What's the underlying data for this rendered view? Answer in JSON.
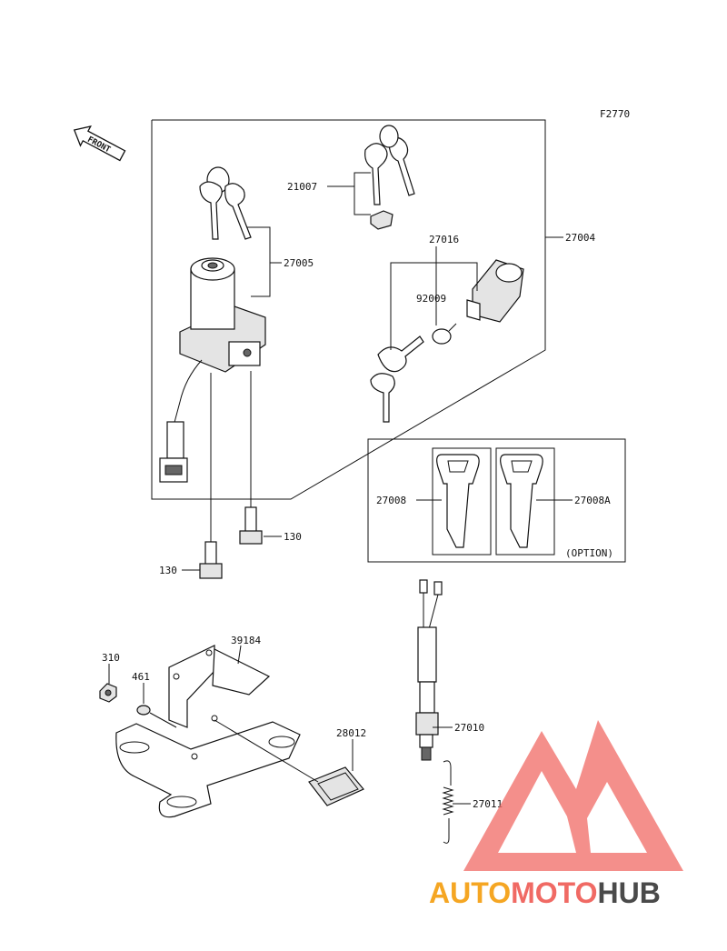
{
  "diagram_code": "F2770",
  "front_label": "FRONT",
  "option_label": "(OPTION)",
  "parts": {
    "p21007": "21007",
    "p27004": "27004",
    "p27005": "27005",
    "p27016": "27016",
    "p92009": "92009",
    "p27008": "27008",
    "p27008A": "27008A",
    "p130_right": "130",
    "p130_left": "130",
    "p310": "310",
    "p461": "461",
    "p39184": "39184",
    "p28012": "28012",
    "p27010": "27010",
    "p27011": "27011"
  },
  "watermark": {
    "part1": "AUTO",
    "part2": "MOTO",
    "part3": "HUB",
    "color_orange": "#f5a623",
    "color_red": "#f06a64",
    "color_gray": "#4a4a4a"
  }
}
